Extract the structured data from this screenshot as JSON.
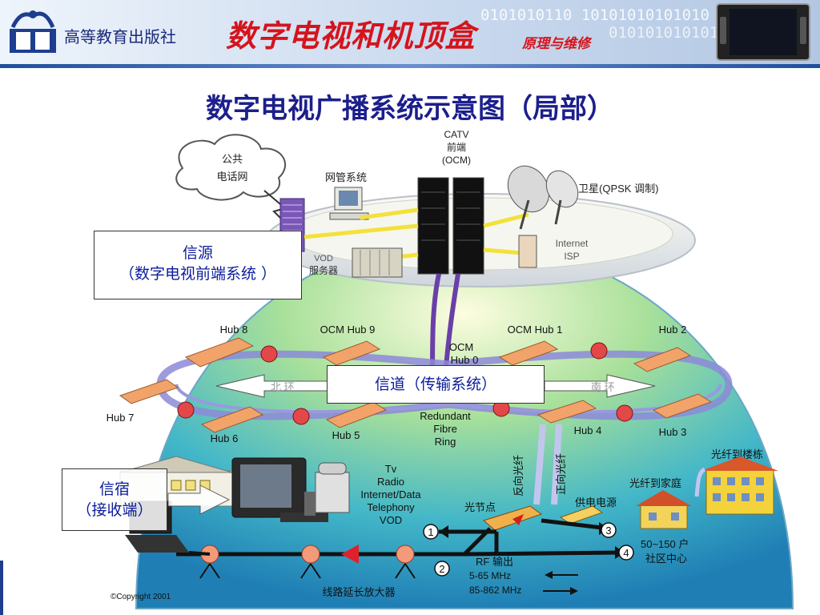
{
  "header": {
    "publisher": "高等教育出版社",
    "book_title": "数字电视和机顶盒",
    "book_subtitle": "原理与维修",
    "binary_1": "0101010110 10101010101010",
    "binary_2": "01010101010101"
  },
  "slide": {
    "title": "数字电视广播系统示意图（局部）"
  },
  "callouts": {
    "source_line1": "信源",
    "source_line2": "（数字电视前端系统 ）",
    "channel": "信道（传输系统）",
    "sink_line1": "信宿",
    "sink_line2": "（接收端）"
  },
  "diagram": {
    "cloud_line1": "公共",
    "cloud_line2": "电话网",
    "nms": "网管系统",
    "catv_line1": "CATV",
    "catv_line2": "前端",
    "catv_line3": "(OCM)",
    "satellite": "卫星(QPSK 调制)",
    "internet_line1": "Internet",
    "internet_line2": "ISP",
    "vod_line1": "VOD",
    "vod_line2": "服务器",
    "hubs": {
      "hub8": "Hub 8",
      "ocm_hub9": "OCM Hub 9",
      "ocm_hub1": "OCM Hub 1",
      "hub2": "Hub 2",
      "ocm_hub0_line1": "OCM",
      "ocm_hub0_line2": "Hub 0",
      "hub7": "Hub 7",
      "hub6": "Hub 6",
      "hub5": "Hub 5",
      "hub4": "Hub 4",
      "hub3": "Hub 3"
    },
    "north_ring": "北 环",
    "south_ring": "南 环",
    "redundant_line1": "Redundant",
    "redundant_line2": "Fibre",
    "redundant_line3": "Ring",
    "services": [
      "Tv",
      "Radio",
      "Internet/Data",
      "Telephony",
      "VOD"
    ],
    "reverse_fiber": "反向光纤",
    "forward_fiber": "正向光纤",
    "fiber_building": "光纤到楼栋",
    "fiber_home": "光纤到家庭",
    "optical_node": "光节点",
    "power_supply": "供电电源",
    "households_line1": "50~150 户",
    "households_line2": "社区中心",
    "rf_out": "RF 输出",
    "freq_up": "5-65 MHz",
    "freq_down": "85-862 MHz",
    "amplifier": "线路延长放大器",
    "copyright": "©Copyright 2001",
    "markers": [
      "1",
      "2",
      "3",
      "4"
    ]
  },
  "colors": {
    "title_blue": "#1c1f8c",
    "brand_red": "#d4141c",
    "callout_text": "#0b1b9c"
  }
}
